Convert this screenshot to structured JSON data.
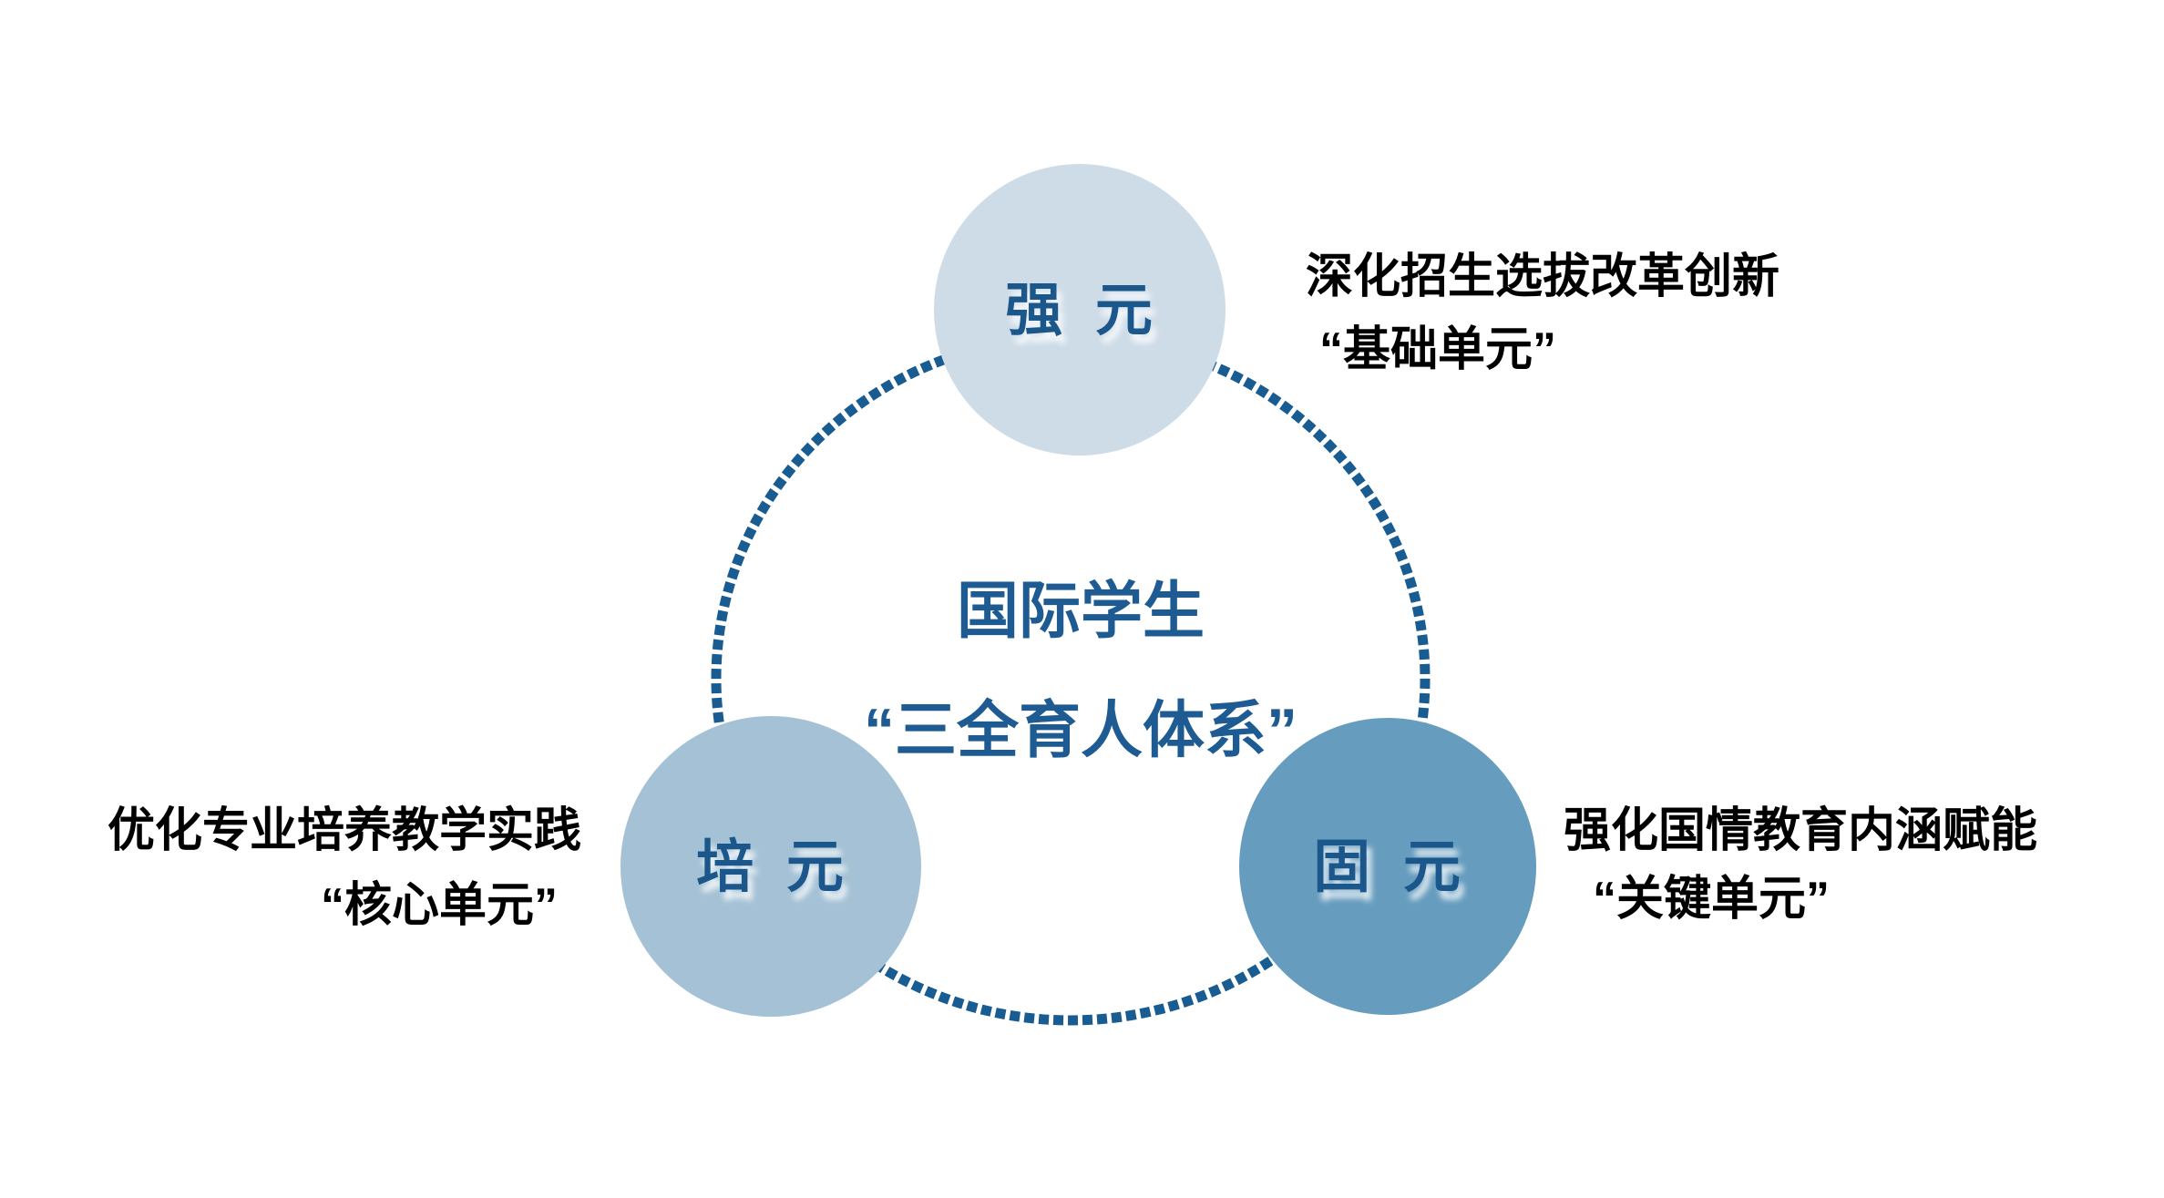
{
  "diagram": {
    "center_title": {
      "line1": "国际学生",
      "line2": "“三全育人体系”"
    },
    "nodes": [
      {
        "label": "强 元",
        "annotation": {
          "line1": "深化招生选拔改革创新",
          "line2": "“基础单元”"
        }
      },
      {
        "label": "培 元",
        "annotation": {
          "line1": "优化专业培养教学实践",
          "line2": "“核心单元”"
        }
      },
      {
        "label": "固 元",
        "annotation": {
          "line1": "强化国情教育内涵赋能",
          "line2": "“关键单元”"
        }
      }
    ],
    "colors": {
      "top_circle": "#cedce8",
      "left_circle": "#a4c1d5",
      "right_circle": "#669cbe",
      "circle_label": "#1b578a",
      "center_text": "#1d5b92",
      "dotted_ring": "#195c92",
      "annotation_text": "#000000"
    }
  }
}
